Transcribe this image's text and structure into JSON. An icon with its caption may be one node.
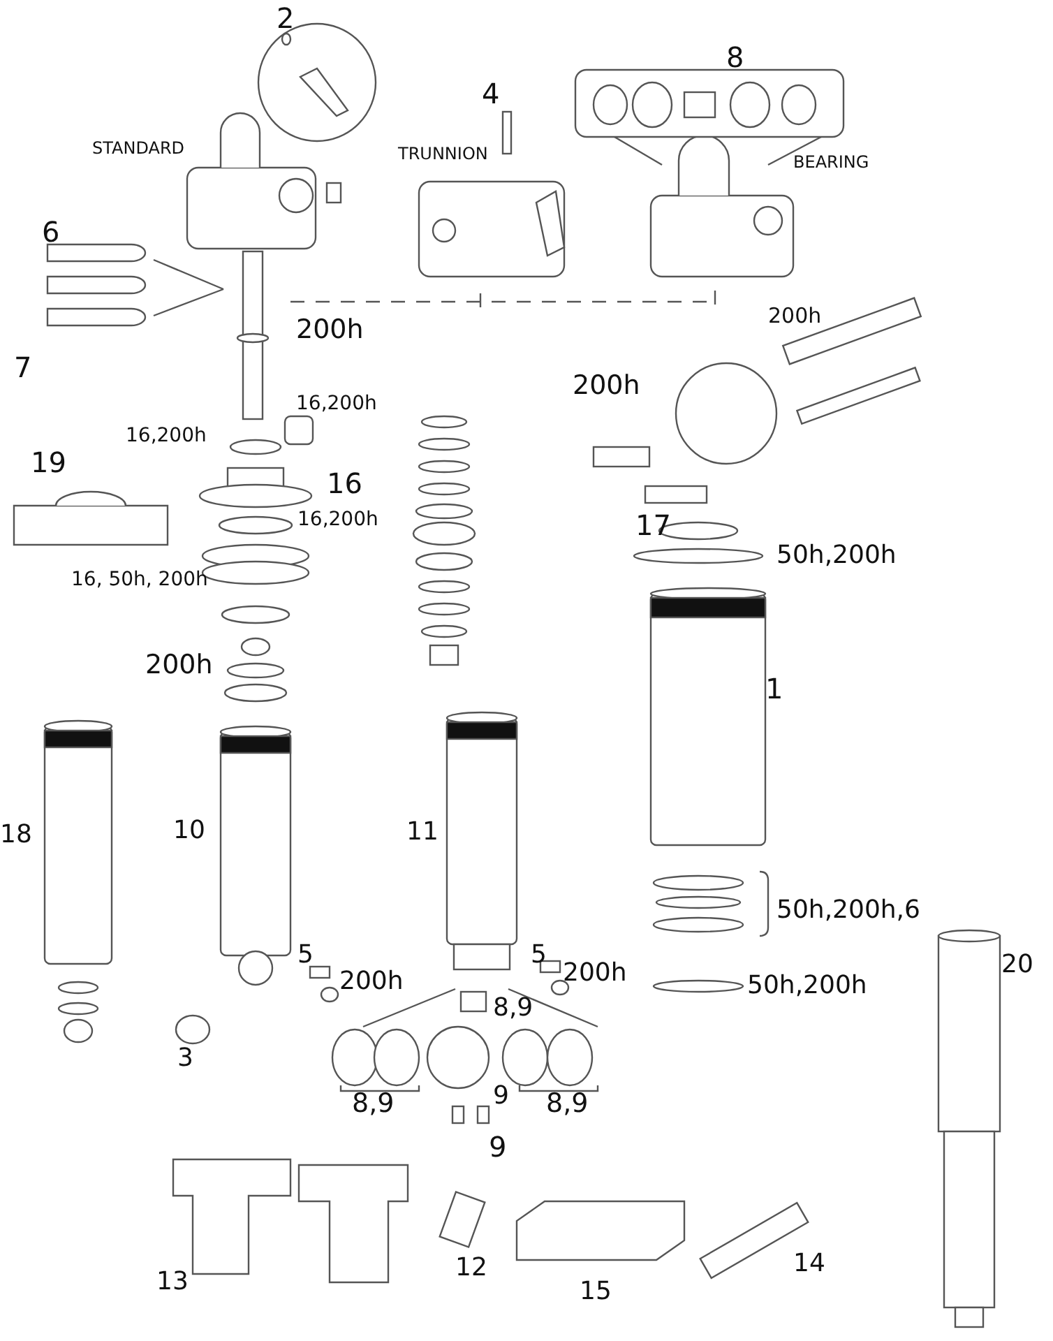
{
  "diagram": {
    "labels": [
      "2",
      "8",
      "4",
      "STANDARD",
      "TRUNNION",
      "BEARING",
      "6",
      "200h",
      "200h",
      "7",
      "200h",
      "16,200h",
      "16,200h",
      "19",
      "16",
      "16,200h",
      "17",
      "50h,200h",
      "16, 50h, 200h",
      "200h",
      "1",
      "18",
      "10",
      "11",
      "50h,200h,6",
      "20",
      "5",
      "5",
      "200h",
      "200h",
      "50h,200h",
      "8,9",
      "3",
      "8,9",
      "9",
      "8,9",
      "9",
      "12",
      "14",
      "13",
      "15"
    ]
  }
}
